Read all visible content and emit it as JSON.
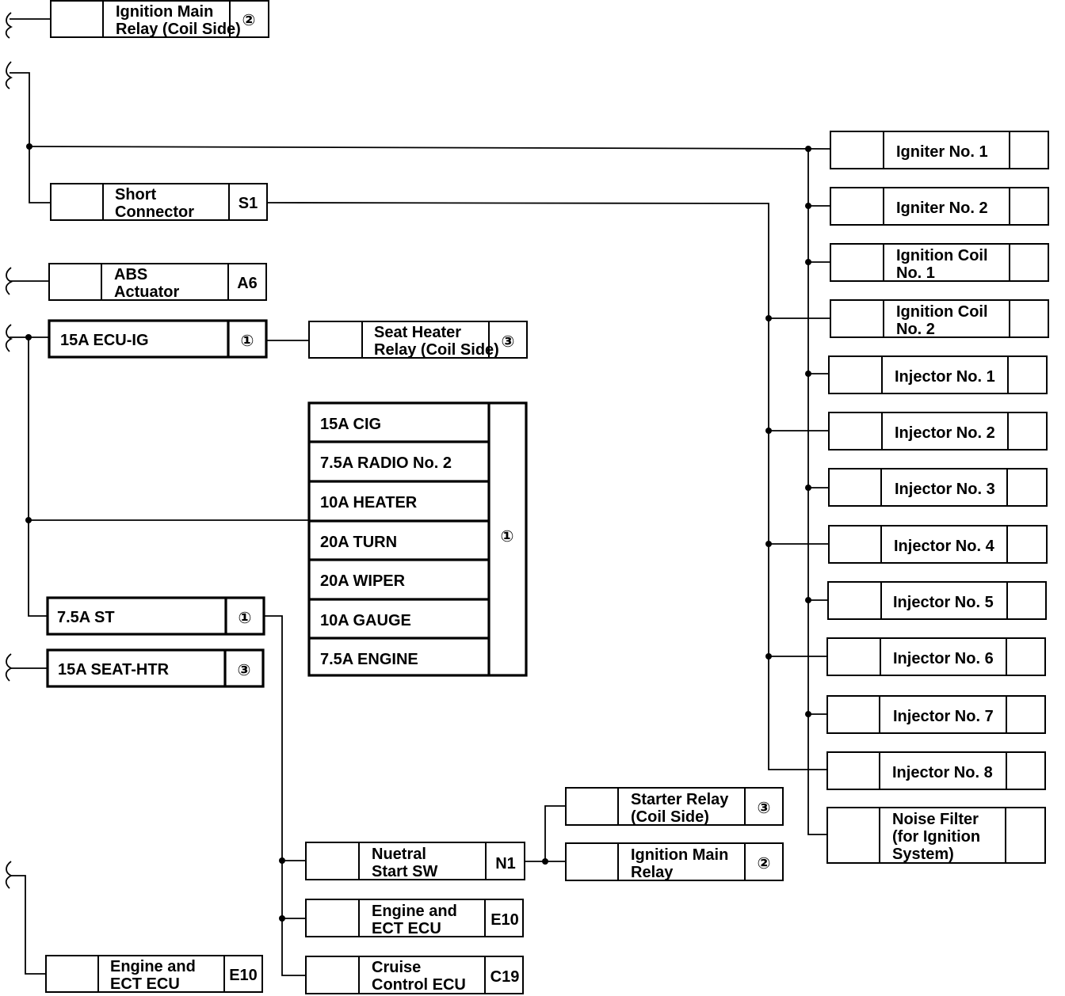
{
  "components": {
    "ign_main_relay_top": {
      "line1": "Ignition Main",
      "line2": "Relay (Coil Side)",
      "code": "②"
    },
    "short_connector": {
      "line1": "Short",
      "line2": "Connector",
      "code": "S1"
    },
    "abs_actuator": {
      "line1": "ABS",
      "line2": "Actuator",
      "code": "A6"
    },
    "ecu_ig": {
      "label": "15A ECU-IG",
      "code": "①"
    },
    "seat_heater_relay": {
      "line1": "Seat Heater",
      "line2": "Relay (Coil Side)",
      "code": "③"
    },
    "st": {
      "label": "7.5A ST",
      "code": "①"
    },
    "seat_htr": {
      "label": "15A SEAT-HTR",
      "code": "③"
    },
    "engine_ecu_left": {
      "line1": "Engine and",
      "line2": "ECT ECU",
      "code": "E10"
    },
    "neutral_start_sw": {
      "line1": "Nuetral",
      "line2": "Start SW",
      "code": "N1"
    },
    "engine_ecu_mid": {
      "line1": "Engine and",
      "line2": "ECT ECU",
      "code": "E10"
    },
    "cruise_ecu": {
      "line1": "Cruise",
      "line2": "Control ECU",
      "code": "C19"
    },
    "starter_relay": {
      "line1": "Starter Relay",
      "line2": "(Coil Side)",
      "code": "③"
    },
    "ign_main_relay_bottom": {
      "line1": "Ignition Main",
      "line2": "Relay",
      "code": "②"
    }
  },
  "fuse_block": {
    "code": "①",
    "fuses": [
      "15A  CIG",
      "7.5A RADIO No. 2",
      "10A  HEATER",
      "20A  TURN",
      "20A  WIPER",
      "10A  GAUGE",
      "7.5A ENGINE"
    ]
  },
  "right_column": [
    {
      "line1": "Igniter No. 1",
      "line2": ""
    },
    {
      "line1": "Igniter No. 2",
      "line2": ""
    },
    {
      "line1": "Ignition Coil",
      "line2": "No. 1"
    },
    {
      "line1": "Ignition Coil",
      "line2": "No. 2"
    },
    {
      "line1": "Injector No. 1",
      "line2": ""
    },
    {
      "line1": "Injector No. 2",
      "line2": ""
    },
    {
      "line1": "Injector No. 3",
      "line2": ""
    },
    {
      "line1": "Injector No. 4",
      "line2": ""
    },
    {
      "line1": "Injector No. 5",
      "line2": ""
    },
    {
      "line1": "Injector No. 6",
      "line2": ""
    },
    {
      "line1": "Injector No. 7",
      "line2": ""
    },
    {
      "line1": "Injector No. 8",
      "line2": ""
    }
  ],
  "noise_filter": {
    "line1": "Noise Filter",
    "line2": "(for Ignition",
    "line3": "System)"
  }
}
